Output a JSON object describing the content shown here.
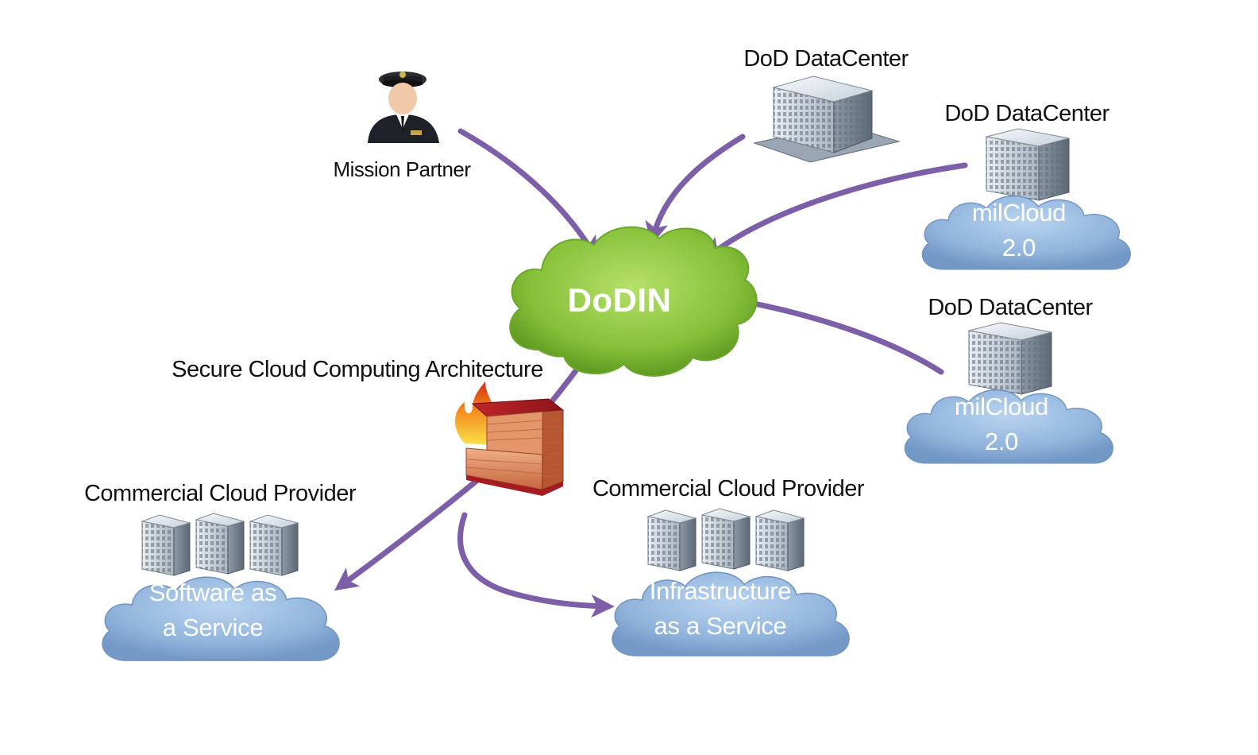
{
  "diagram": {
    "hub": {
      "label": "DoDIN",
      "color": "#8cc43c"
    },
    "mission_partner": {
      "label": "Mission Partner",
      "icon": "military-officer-icon"
    },
    "datacenter_top": {
      "label": "DoD DataCenter",
      "icon": "building-icon"
    },
    "datacenter_milcloud_1": {
      "label": "DoD DataCenter",
      "cloud_line1": "milCloud",
      "cloud_line2": "2.0",
      "icon": "building-icon"
    },
    "datacenter_milcloud_2": {
      "label": "DoD DataCenter",
      "cloud_line1": "milCloud",
      "cloud_line2": "2.0",
      "icon": "building-icon"
    },
    "firewall": {
      "label": "Secure Cloud Computing Architecture",
      "icon": "firewall-icon"
    },
    "commercial_saas": {
      "label": "Commercial Cloud Provider",
      "cloud_line1": "Software as",
      "cloud_line2": "a Service",
      "icon": "buildings-icon"
    },
    "commercial_iaas": {
      "label": "Commercial Cloud Provider",
      "cloud_line1": "Infrastructure",
      "cloud_line2": "as a Service",
      "icon": "buildings-icon"
    },
    "colors": {
      "arrow": "#7c5fa8",
      "cloud_blue": "#8fb4dc",
      "hub_green": "#8cc43c"
    }
  }
}
